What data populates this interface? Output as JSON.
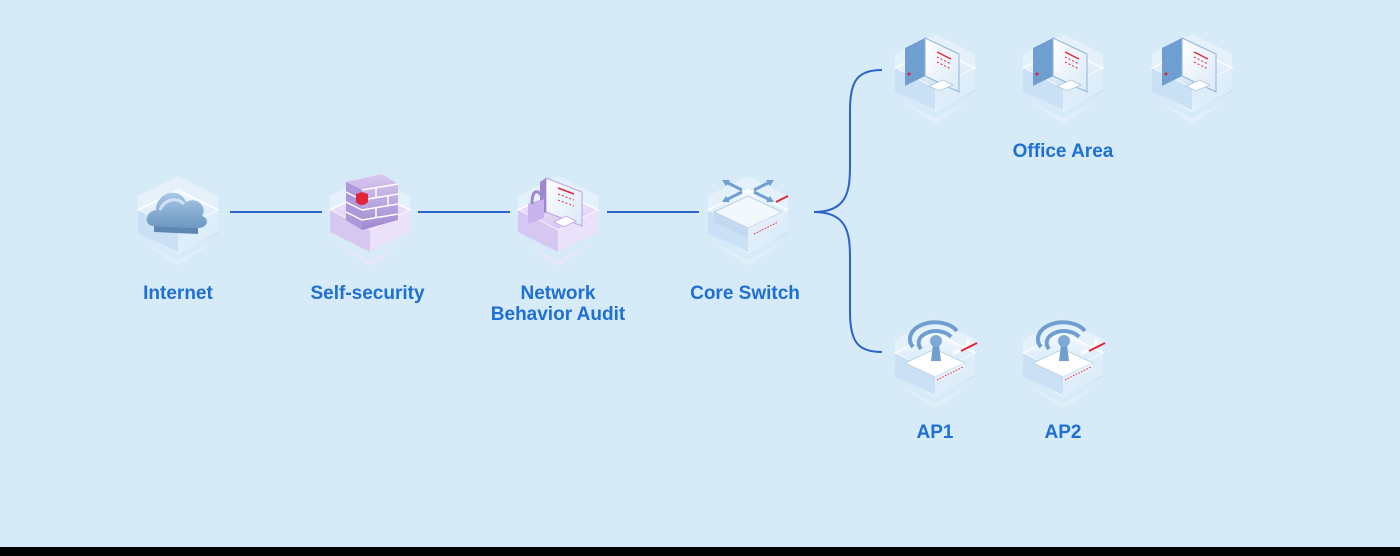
{
  "diagram": {
    "nodes": {
      "internet": {
        "label": "Internet",
        "icon": "cloud-icon"
      },
      "self_security": {
        "label": "Self-security",
        "icon": "firewall-icon"
      },
      "network_behavior_audit": {
        "label_line1": "Network",
        "label_line2": "Behavior Audit",
        "icon": "audit-monitor-icon"
      },
      "core_switch": {
        "label": "Core Switch",
        "icon": "switch-icon"
      },
      "office_area": {
        "label": "Office Area",
        "icon": "computer-icon"
      },
      "ap1": {
        "label": "AP1",
        "icon": "access-point-icon"
      },
      "ap2": {
        "label": "AP2",
        "icon": "access-point-icon"
      }
    },
    "colors": {
      "background": "#d6eaf8",
      "label": "#1e6fd6",
      "connector": "#2a63c9",
      "accent_red": "#e0263a",
      "purple_tint": "#cdb8ea",
      "blue_tint": "#bcd9f3"
    }
  }
}
